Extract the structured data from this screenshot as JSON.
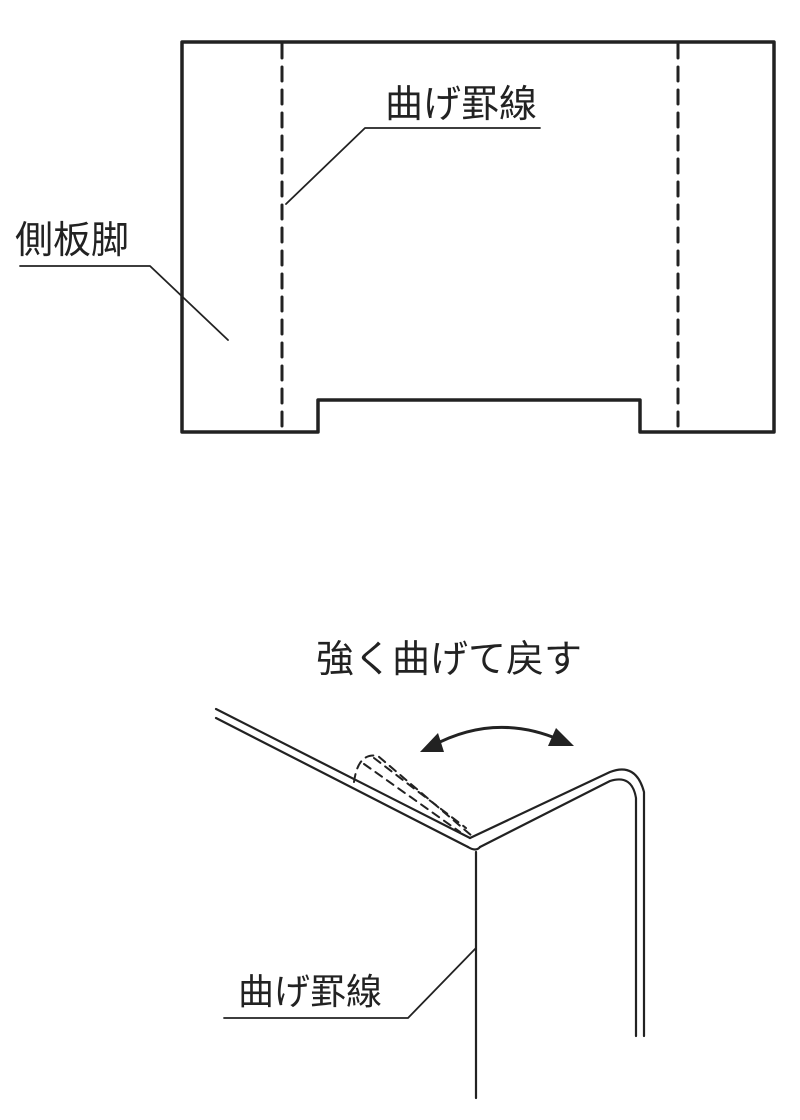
{
  "top_figure": {
    "fold_line_label": "曲げ罫線",
    "side_leg_label": "側板脚"
  },
  "bottom_figure": {
    "action_label": "強く曲げて戻す",
    "fold_line_label": "曲げ罫線"
  },
  "colors": {
    "line": "#222222",
    "background": "#ffffff"
  }
}
